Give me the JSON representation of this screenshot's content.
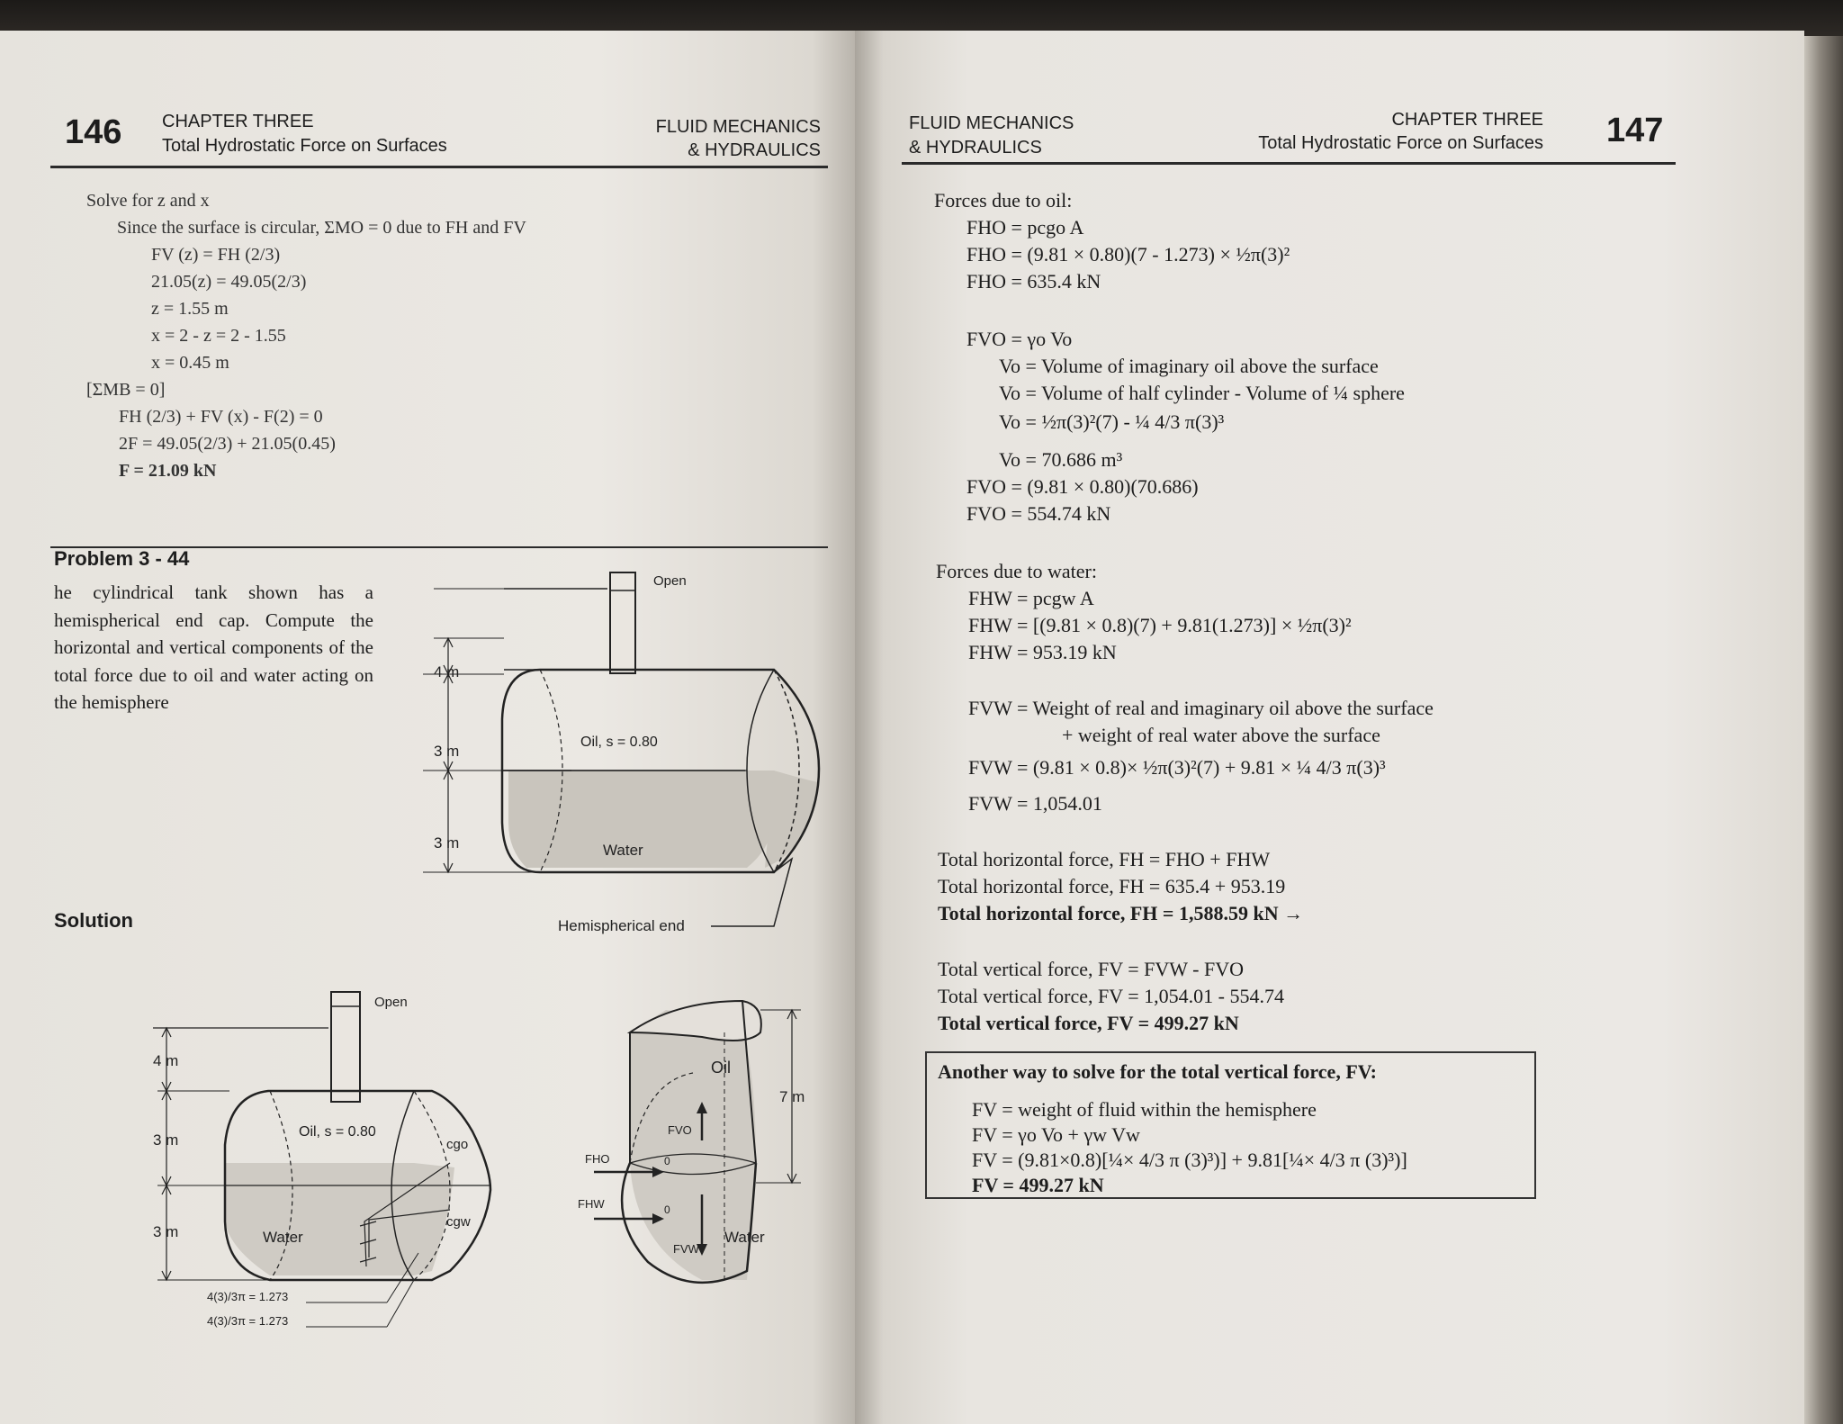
{
  "left_page": {
    "page_number": "146",
    "chapter": "CHAPTER THREE",
    "chapter_title": "Total Hydrostatic Force on Surfaces",
    "book_line1": "FLUID MECHANICS",
    "book_line2": "& HYDRAULICS",
    "lines": [
      "Solve for z and x",
      "Since the surface is circular, ΣMO = 0 due to FH and FV",
      "FV (z) = FH (2/3)",
      "21.05(z) = 49.05(2/3)",
      "z = 1.55 m",
      "x = 2 - z = 2 - 1.55",
      "x = 0.45 m",
      "[ΣMB = 0]",
      "FH (2/3) + FV (x) - F(2) = 0",
      "2F = 49.05(2/3) + 21.05(0.45)",
      "F = 21.09 kN"
    ],
    "problem_title": "Problem 3 - 44",
    "problem_text": "he cylindrical tank shown has a hemispherical end cap. Compute the horizontal and vertical components of the total force due to oil and water acting on the hemisphere",
    "solution_label": "Solution",
    "figure1": {
      "open": "Open",
      "dim_top": "4 m",
      "dim_mid": "3 m",
      "dim_bot": "3 m",
      "oil": "Oil, s = 0.80",
      "water": "Water",
      "end_label": "Hemispherical end"
    },
    "figure2": {
      "open": "Open",
      "dim_top": "4 m",
      "dim_mid": "3 m",
      "dim_bot": "3 m",
      "oil": "Oil, s = 0.80",
      "water": "Water",
      "cg_oil": "cgo",
      "cg_water": "cgw",
      "dist1": "4(3)/3π = 1.273",
      "dist2": "4(3)/3π = 1.273"
    },
    "figure3": {
      "oil": "Oil",
      "water": "Water",
      "height": "7 m",
      "fho": "FHO",
      "fhw": "FHW",
      "fvo": "FVO",
      "fvw": "FVW",
      "zero1": "0",
      "zero2": "0"
    }
  },
  "right_page": {
    "page_number": "147",
    "chapter": "CHAPTER THREE",
    "chapter_title": "Total Hydrostatic Force on Surfaces",
    "book_line1": "FLUID MECHANICS",
    "book_line2": "& HYDRAULICS",
    "oil_lines": [
      "Forces due to oil:",
      "FHO = pcgo A",
      "FHO = (9.81 × 0.80)(7 - 1.273) × ½π(3)²",
      "FHO = 635.4 kN",
      "FVO = γo Vo",
      "Vo = Volume of imaginary oil above the surface",
      "Vo = Volume of half cylinder - Volume of ¼ sphere",
      "Vo = ½π(3)²(7) - ¼ 4/3 π(3)³",
      "Vo = 70.686 m³",
      "FVO = (9.81 × 0.80)(70.686)",
      "FVO = 554.74 kN"
    ],
    "water_lines": [
      "Forces due to water:",
      "FHW = pcgw A",
      "FHW = [(9.81 × 0.8)(7) + 9.81(1.273)] × ½π(3)²",
      "FHW = 953.19 kN",
      "FVW = Weight of real and imaginary oil above the surface",
      "+ weight of real water above the surface",
      "FVW = (9.81 × 0.8)× ½π(3)²(7) + 9.81 × ¼ 4/3 π(3)³",
      "FVW = 1,054.01"
    ],
    "total_lines": [
      "Total horizontal force, FH = FHO + FHW",
      "Total horizontal force, FH = 635.4 + 953.19",
      "Total horizontal force, FH = 1,588.59 kN →",
      "Total vertical force, FV = FVW - FVO",
      "Total vertical force, FV = 1,054.01 - 554.74",
      "Total vertical force, FV = 499.27 kN"
    ],
    "box": {
      "title": "Another way to solve for the total vertical force, FV:",
      "lines": [
        "FV = weight of fluid within the hemisphere",
        "FV = γo Vo + γw Vw",
        "FV = (9.81×0.8)[¼× 4/3 π (3)³)] + 9.81[¼× 4/3 π (3)³)]",
        "FV = 499.27 kN"
      ]
    }
  }
}
